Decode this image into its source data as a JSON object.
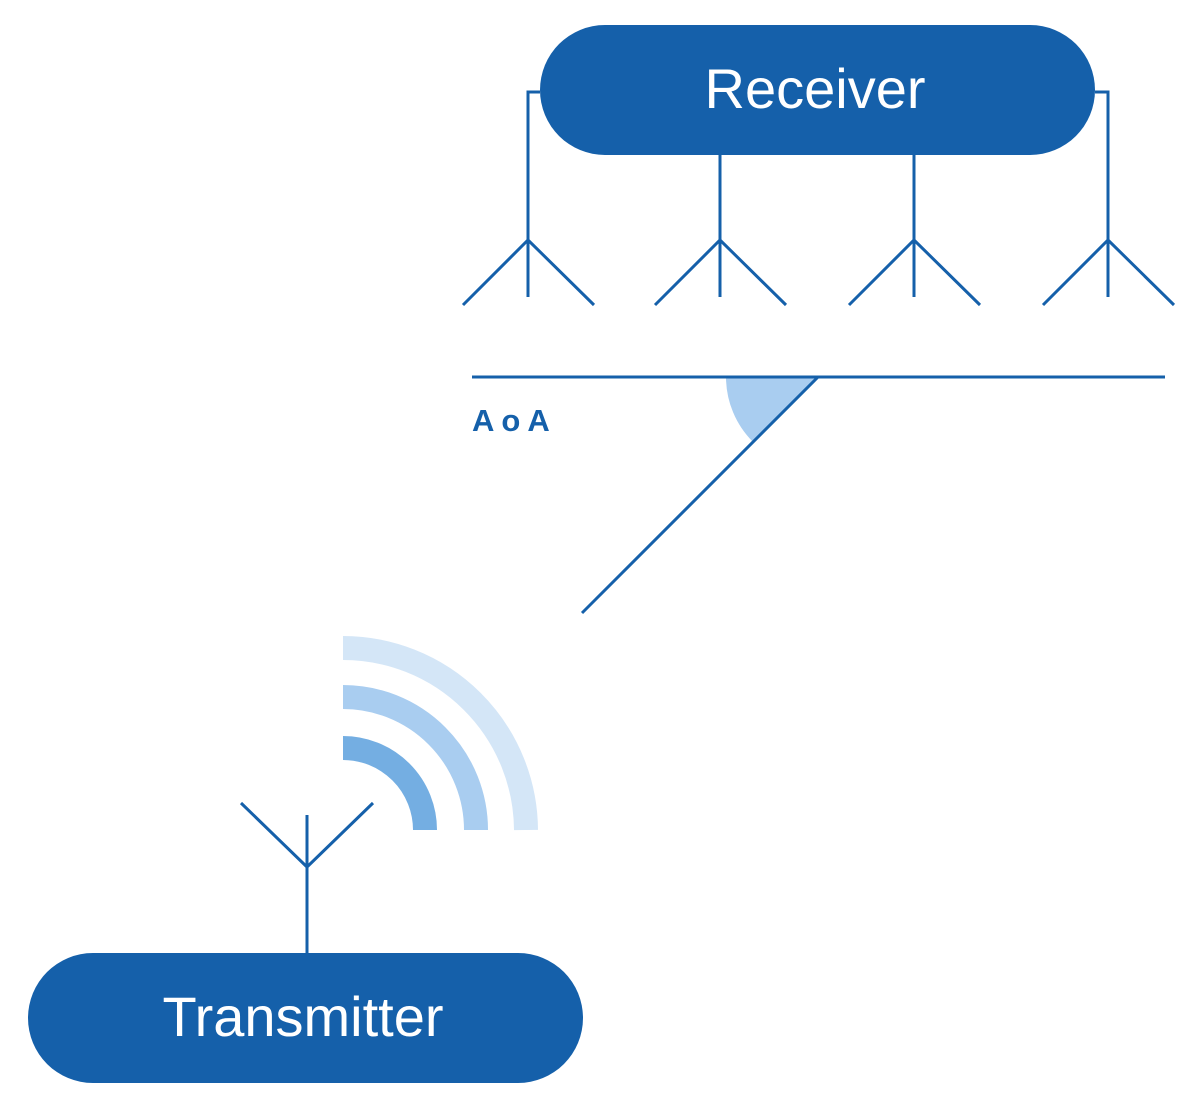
{
  "receiver": {
    "label": "Receiver"
  },
  "transmitter": {
    "label": "Transmitter"
  },
  "angle": {
    "label": "AoA"
  },
  "colors": {
    "primary": "#1560aa",
    "angle_fill": "#a9cdf0",
    "wave_inner": "#74aee2",
    "wave_middle": "#a9cdf0",
    "wave_outer": "#d4e6f7",
    "background": "#ffffff"
  },
  "receiver_antenna_count": 4
}
